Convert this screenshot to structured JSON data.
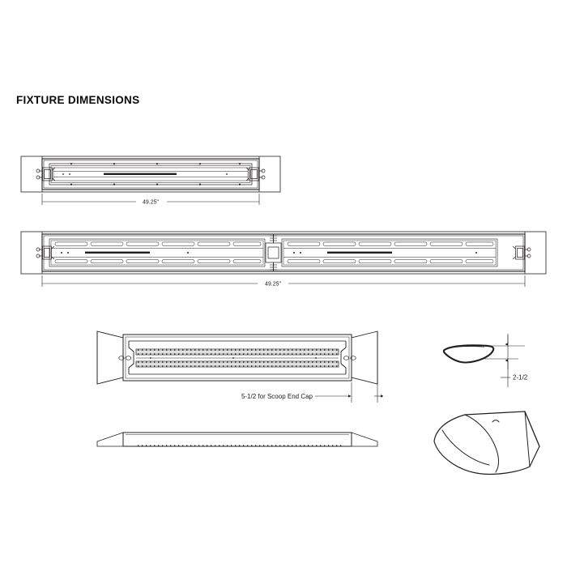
{
  "page": {
    "title": "FIXTURE DIMENSIONS",
    "background_color": "#ffffff",
    "line_color": "#231f20",
    "text_color": "#1a1a1a"
  },
  "views": [
    {
      "id": "view-top-single",
      "name": "single-section-plan-view",
      "dimension_label": "49.25\"",
      "description": "Top plan view of single fixture section with end caps"
    },
    {
      "id": "view-tandem",
      "name": "tandem-section-plan-view",
      "dimension_label": "49.25\"",
      "description": "Top plan view of two fixture sections joined at center"
    },
    {
      "id": "view-scoop-plan",
      "name": "scoop-end-cap-plan-view",
      "dimension_label": "5-1/2 for Scoop End Cap",
      "description": "Plan view of fixture with scoop end caps"
    },
    {
      "id": "view-side-profile",
      "name": "side-elevation-view",
      "description": "Side elevation of fixture housing"
    },
    {
      "id": "view-scoop-section",
      "name": "scoop-cross-section",
      "dimension_label": "2-1/2",
      "description": "Cross-section profile of scoop end cap"
    },
    {
      "id": "view-scoop-iso",
      "name": "scoop-isometric-view",
      "description": "Isometric 3D view of scoop end cap"
    }
  ],
  "dimensions": {
    "fixture_length_single": "49.25\"",
    "fixture_length_tandem": "49.25\"",
    "scoop_end_cap": "5-1/2 for Scoop End Cap",
    "scoop_height": "2-1/2"
  }
}
